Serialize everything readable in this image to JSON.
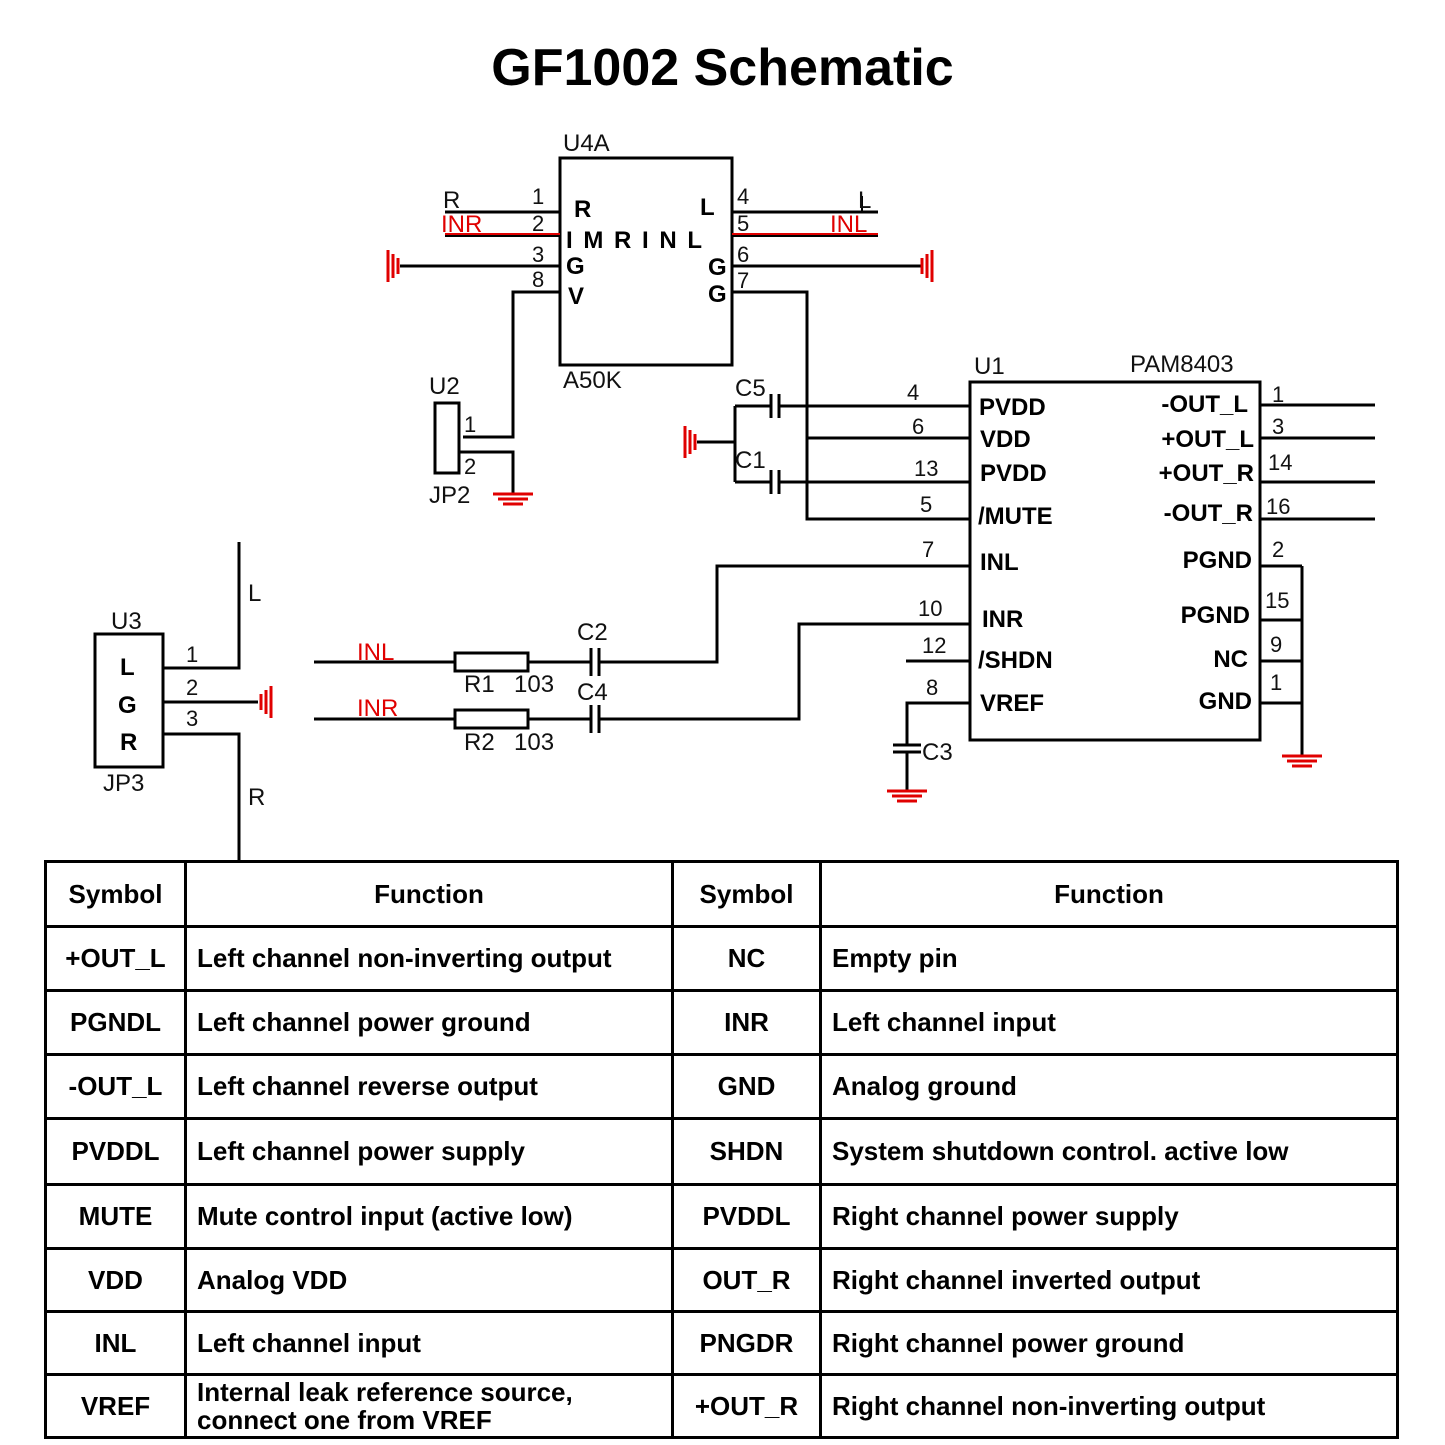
{
  "title": "GF1002 Schematic",
  "colors": {
    "ground_symbol": "#e00000",
    "wire": "#000000",
    "net_label": "#e00000"
  },
  "u4a": {
    "ref": "U4A",
    "value": "A50K",
    "left_labels": [
      "R",
      "INR"
    ],
    "right_labels": [
      "L",
      "INL"
    ],
    "pins_left": [
      "1",
      "2",
      "3",
      "8"
    ],
    "pins_right": [
      "4",
      "5",
      "6",
      "7"
    ],
    "inner_top_left": "R",
    "inner_top_right": "L",
    "inner_mid": "I M R I N L",
    "inner_g_left": "G",
    "inner_g_right": "G",
    "inner_v": "V",
    "inner_g_right2": "G"
  },
  "u2": {
    "ref": "U2",
    "name": "JP2",
    "pins": [
      "1",
      "2"
    ]
  },
  "caps_top": [
    "C5",
    "C1"
  ],
  "u1": {
    "ref": "U1",
    "value": "PAM8403",
    "left_pins": [
      {
        "num": "4",
        "name": "PVDD"
      },
      {
        "num": "6",
        "name": "VDD"
      },
      {
        "num": "13",
        "name": "PVDD"
      },
      {
        "num": "5",
        "name": "/MUTE"
      },
      {
        "num": "7",
        "name": "INL"
      },
      {
        "num": "10",
        "name": "INR"
      },
      {
        "num": "12",
        "name": "/SHDN"
      },
      {
        "num": "8",
        "name": "VREF"
      }
    ],
    "right_pins": [
      {
        "num": "1",
        "name": "-OUT_L"
      },
      {
        "num": "3",
        "name": "+OUT_L"
      },
      {
        "num": "14",
        "name": "+OUT_R"
      },
      {
        "num": "16",
        "name": "-OUT_R"
      },
      {
        "num": "2",
        "name": "PGND"
      },
      {
        "num": "15",
        "name": "PGND"
      },
      {
        "num": "9",
        "name": "NC"
      },
      {
        "num": "1",
        "name": "GND"
      }
    ],
    "vref_cap": "C3"
  },
  "u3": {
    "ref": "U3",
    "name": "JP3",
    "pin_labels": [
      "L",
      "G",
      "R"
    ],
    "pins": [
      "1",
      "2",
      "3"
    ],
    "net_L": "L",
    "net_R": "R"
  },
  "input_stage": {
    "net_inl": "INL",
    "net_inr": "INR",
    "r1": "R1",
    "r1_value": "103",
    "r2": "R2",
    "r2_value": "103",
    "c2": "C2",
    "c4": "C4"
  },
  "table": {
    "header": [
      "Symbol",
      "Function",
      "Symbol",
      "Function"
    ],
    "rows": [
      [
        "+OUT_L",
        "Left channel non-inverting output",
        "NC",
        "Empty pin"
      ],
      [
        "PGNDL",
        "Left channel power ground",
        "INR",
        "Left channel input"
      ],
      [
        "-OUT_L",
        "Left channel reverse output",
        "GND",
        "Analog ground"
      ],
      [
        "PVDDL",
        "Left channel power supply",
        "SHDN",
        "System shutdown control. active low"
      ],
      [
        "MUTE",
        "Mute control input (active low)",
        "PVDDL",
        "Right channel power supply"
      ],
      [
        "VDD",
        "Analog VDD",
        "OUT_R",
        "Right channel inverted output"
      ],
      [
        "INL",
        "Left channel input",
        "PNGDR",
        "Right channel power ground"
      ],
      [
        "VREF",
        "Internal leak reference source, connect one from VREF",
        "+OUT_R",
        "Right channel non-inverting output"
      ]
    ]
  }
}
